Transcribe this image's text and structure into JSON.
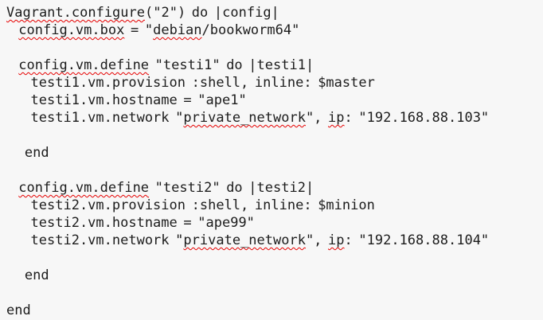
{
  "page": {
    "background_color": "#f7f7f7"
  },
  "code": {
    "language": "ruby-vagrantfile",
    "text_color": "#1c1c1c",
    "squiggle_color": "#e60000",
    "lines": [
      {
        "segments": [
          {
            "t": "Vagrant.configure",
            "s": true
          },
          {
            "t": "(\"2\") do |config|",
            "s": false
          }
        ]
      },
      {
        "segments": [
          {
            "t": "  ",
            "s": false
          },
          {
            "t": "config.vm.box",
            "s": true
          },
          {
            "t": " = \"",
            "s": false
          },
          {
            "t": "debian",
            "s": true
          },
          {
            "t": "/bookworm64\"",
            "s": false
          }
        ]
      },
      {
        "segments": []
      },
      {
        "segments": [
          {
            "t": "  ",
            "s": false
          },
          {
            "t": "config.vm.define",
            "s": true
          },
          {
            "t": " \"testi1\" do |testi1|",
            "s": false
          }
        ]
      },
      {
        "segments": [
          {
            "t": "    testi1.vm.provision :shell, inline: $master",
            "s": false
          }
        ]
      },
      {
        "segments": [
          {
            "t": "    testi1.vm.hostname = \"ape1\"",
            "s": false
          }
        ]
      },
      {
        "segments": [
          {
            "t": "    testi1.vm.network \"",
            "s": false
          },
          {
            "t": "private_network",
            "s": true
          },
          {
            "t": "\", ",
            "s": false
          },
          {
            "t": "ip",
            "s": true
          },
          {
            "t": ": \"192.168.88.103\"",
            "s": false
          }
        ]
      },
      {
        "segments": []
      },
      {
        "segments": [
          {
            "t": "   end",
            "s": false
          }
        ]
      },
      {
        "segments": []
      },
      {
        "segments": [
          {
            "t": "  ",
            "s": false
          },
          {
            "t": "config.vm.define",
            "s": true
          },
          {
            "t": " \"testi2\" do |testi2|",
            "s": false
          }
        ]
      },
      {
        "segments": [
          {
            "t": "    testi2.vm.provision :shell, inline: $minion",
            "s": false
          }
        ]
      },
      {
        "segments": [
          {
            "t": "    testi2.vm.hostname = \"ape99\"",
            "s": false
          }
        ]
      },
      {
        "segments": [
          {
            "t": "    testi2.vm.network \"",
            "s": false
          },
          {
            "t": "private_network",
            "s": true
          },
          {
            "t": "\", ",
            "s": false
          },
          {
            "t": "ip",
            "s": true
          },
          {
            "t": ": \"192.168.88.104\"",
            "s": false
          }
        ]
      },
      {
        "segments": []
      },
      {
        "segments": [
          {
            "t": "   end",
            "s": false
          }
        ]
      },
      {
        "segments": []
      },
      {
        "segments": [
          {
            "t": "end",
            "s": false
          }
        ]
      }
    ]
  }
}
